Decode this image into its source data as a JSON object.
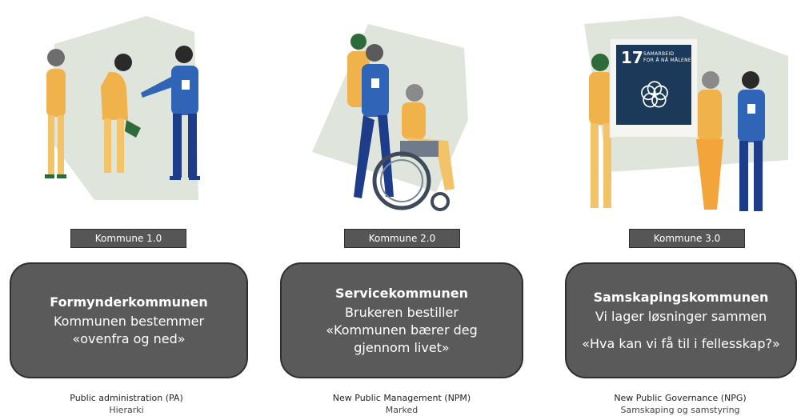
{
  "colors": {
    "box": "#5a5a5a",
    "tag": "#565656",
    "blob": "#dde3d9",
    "mustard": "#f2b84b",
    "navy": "#1d3c8a",
    "royal": "#2f64b7",
    "green": "#2f6b3a",
    "sdg": "#1b3a5a"
  },
  "panels": [
    {
      "tag": "Kommune 1.0",
      "title": "Formynderkommunen",
      "lines": [
        "Kommunen bestemmer",
        "«ovenfra og ned»"
      ],
      "caption": "Public administration (PA)",
      "subcaption": "Hierarki"
    },
    {
      "tag": "Kommune 2.0",
      "title": "Servicekommunen",
      "lines": [
        "Brukeren bestiller",
        "«Kommunen bærer deg",
        "gjennom livet»"
      ],
      "caption": "New Public Management (NPM)",
      "subcaption": "Marked"
    },
    {
      "tag": "Kommune 3.0",
      "title": "Samskapingskommunen",
      "lines": [
        "Vi lager løsninger sammen"
      ],
      "extra": "«Hva kan vi få til i fellesskap?»",
      "caption": "New Public Governance (NPG)",
      "subcaption": "Samskaping og samstyring"
    }
  ],
  "sdg_card": {
    "number": "17",
    "line1": "SAMARBEID",
    "line2": "FOR Å NÅ MÅLENE"
  }
}
